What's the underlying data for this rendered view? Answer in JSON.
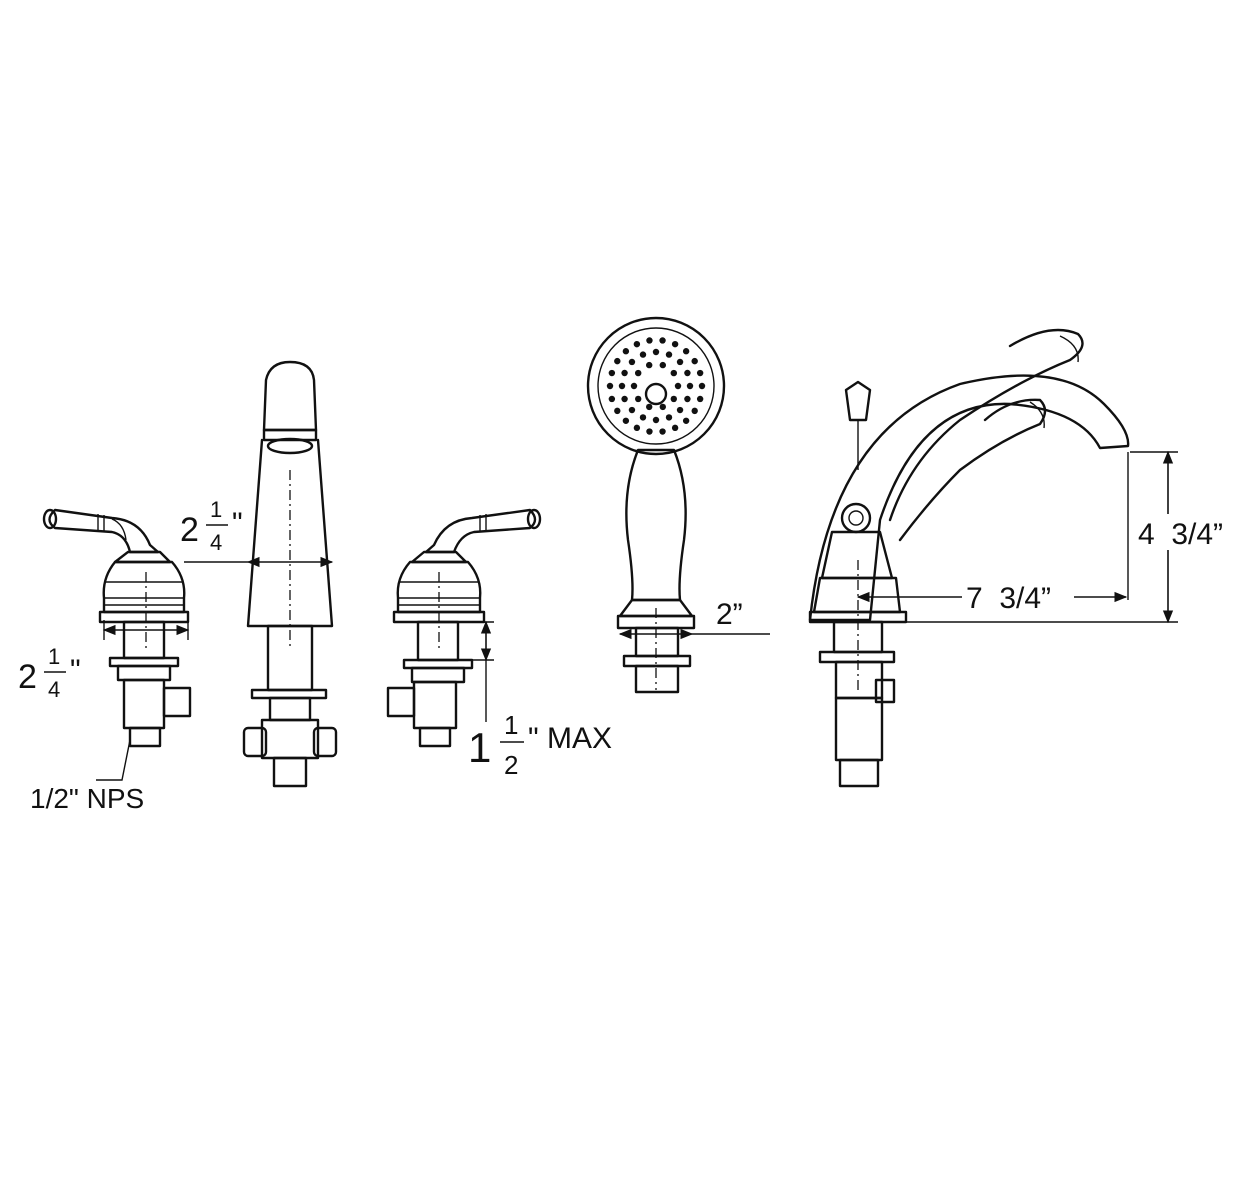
{
  "dimensions": {
    "left_valve_width": {
      "whole": "2",
      "num": "1",
      "den": "4",
      "unit": "\""
    },
    "spout_width": {
      "whole": "2",
      "num": "1",
      "den": "4",
      "unit": "\""
    },
    "deck_thickness": {
      "whole": "1",
      "num": "1",
      "den": "2",
      "unit": "\" MAX"
    },
    "connection": "1/2\" NPS",
    "handshower_base": "2”",
    "tub_spout_reach": "7  3/4”",
    "tub_spout_height": "4  3/4”"
  }
}
